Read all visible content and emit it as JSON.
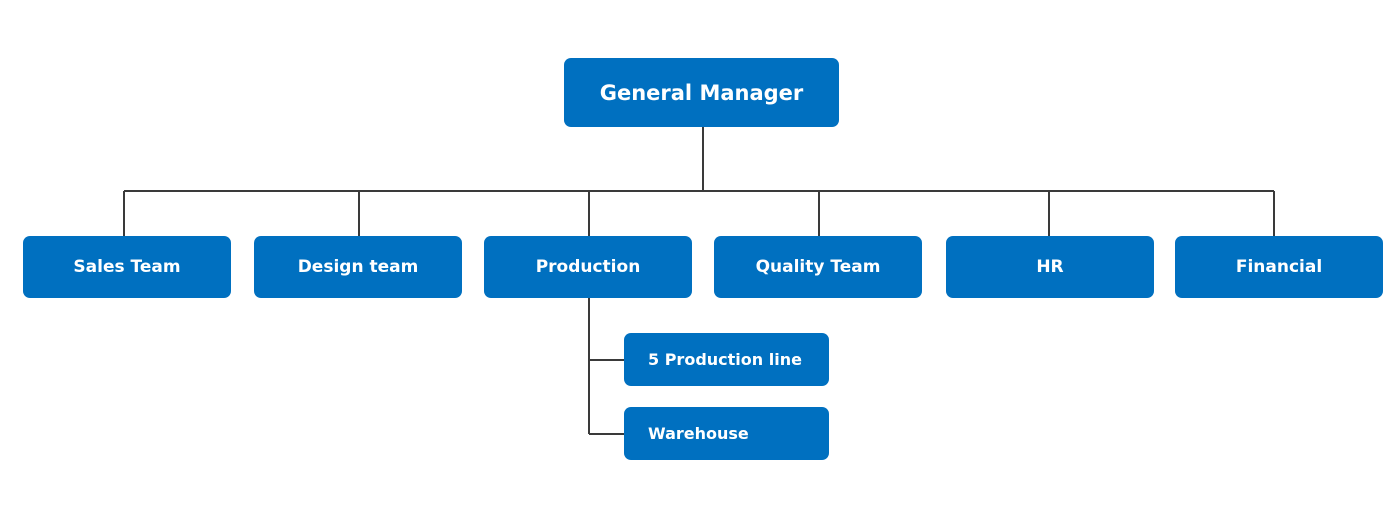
{
  "root": {
    "label": "General Manager"
  },
  "departments": [
    {
      "label": "Sales Team"
    },
    {
      "label": "Design team"
    },
    {
      "label": "Production"
    },
    {
      "label": "Quality Team"
    },
    {
      "label": "HR"
    },
    {
      "label": "Financial"
    }
  ],
  "production_children": [
    {
      "label": "5 Production line"
    },
    {
      "label": "Warehouse"
    }
  ],
  "colors": {
    "node_fill": "#0070c0",
    "node_text": "#ffffff",
    "connector": "#3a3a3a"
  }
}
